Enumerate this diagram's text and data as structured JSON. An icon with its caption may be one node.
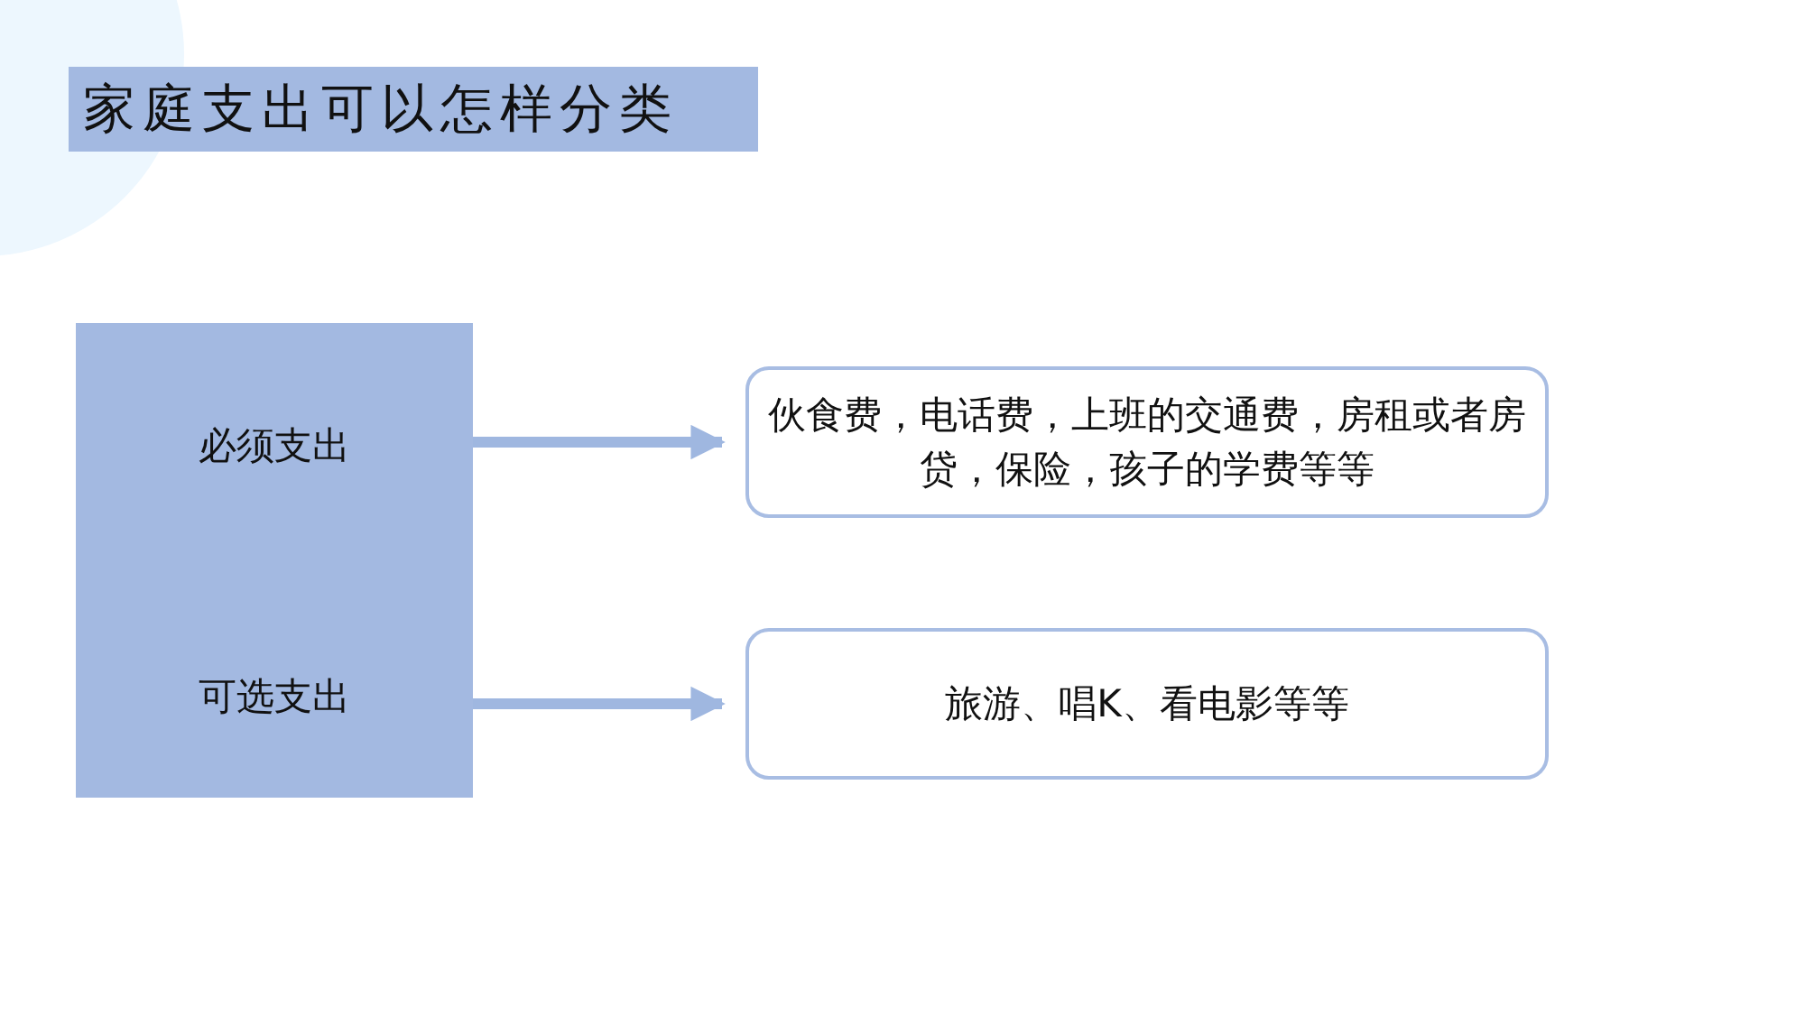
{
  "diagram": {
    "title": "家庭支出可以怎样分类",
    "nodes": [
      {
        "text": [
          "必须支出",
          "可选支出"
        ]
      },
      {
        "text": [
          "伙食费，电话费，上班的交通费，房租或者房贷，保险，孩子的学费等等"
        ]
      },
      {
        "text": [
          "旅游、唱K、看电影等等"
        ]
      }
    ],
    "edges": [
      {
        "from": 0,
        "to": 1,
        "arrow": "to"
      },
      {
        "from": 0,
        "to": 2,
        "arrow": "to"
      }
    ]
  }
}
